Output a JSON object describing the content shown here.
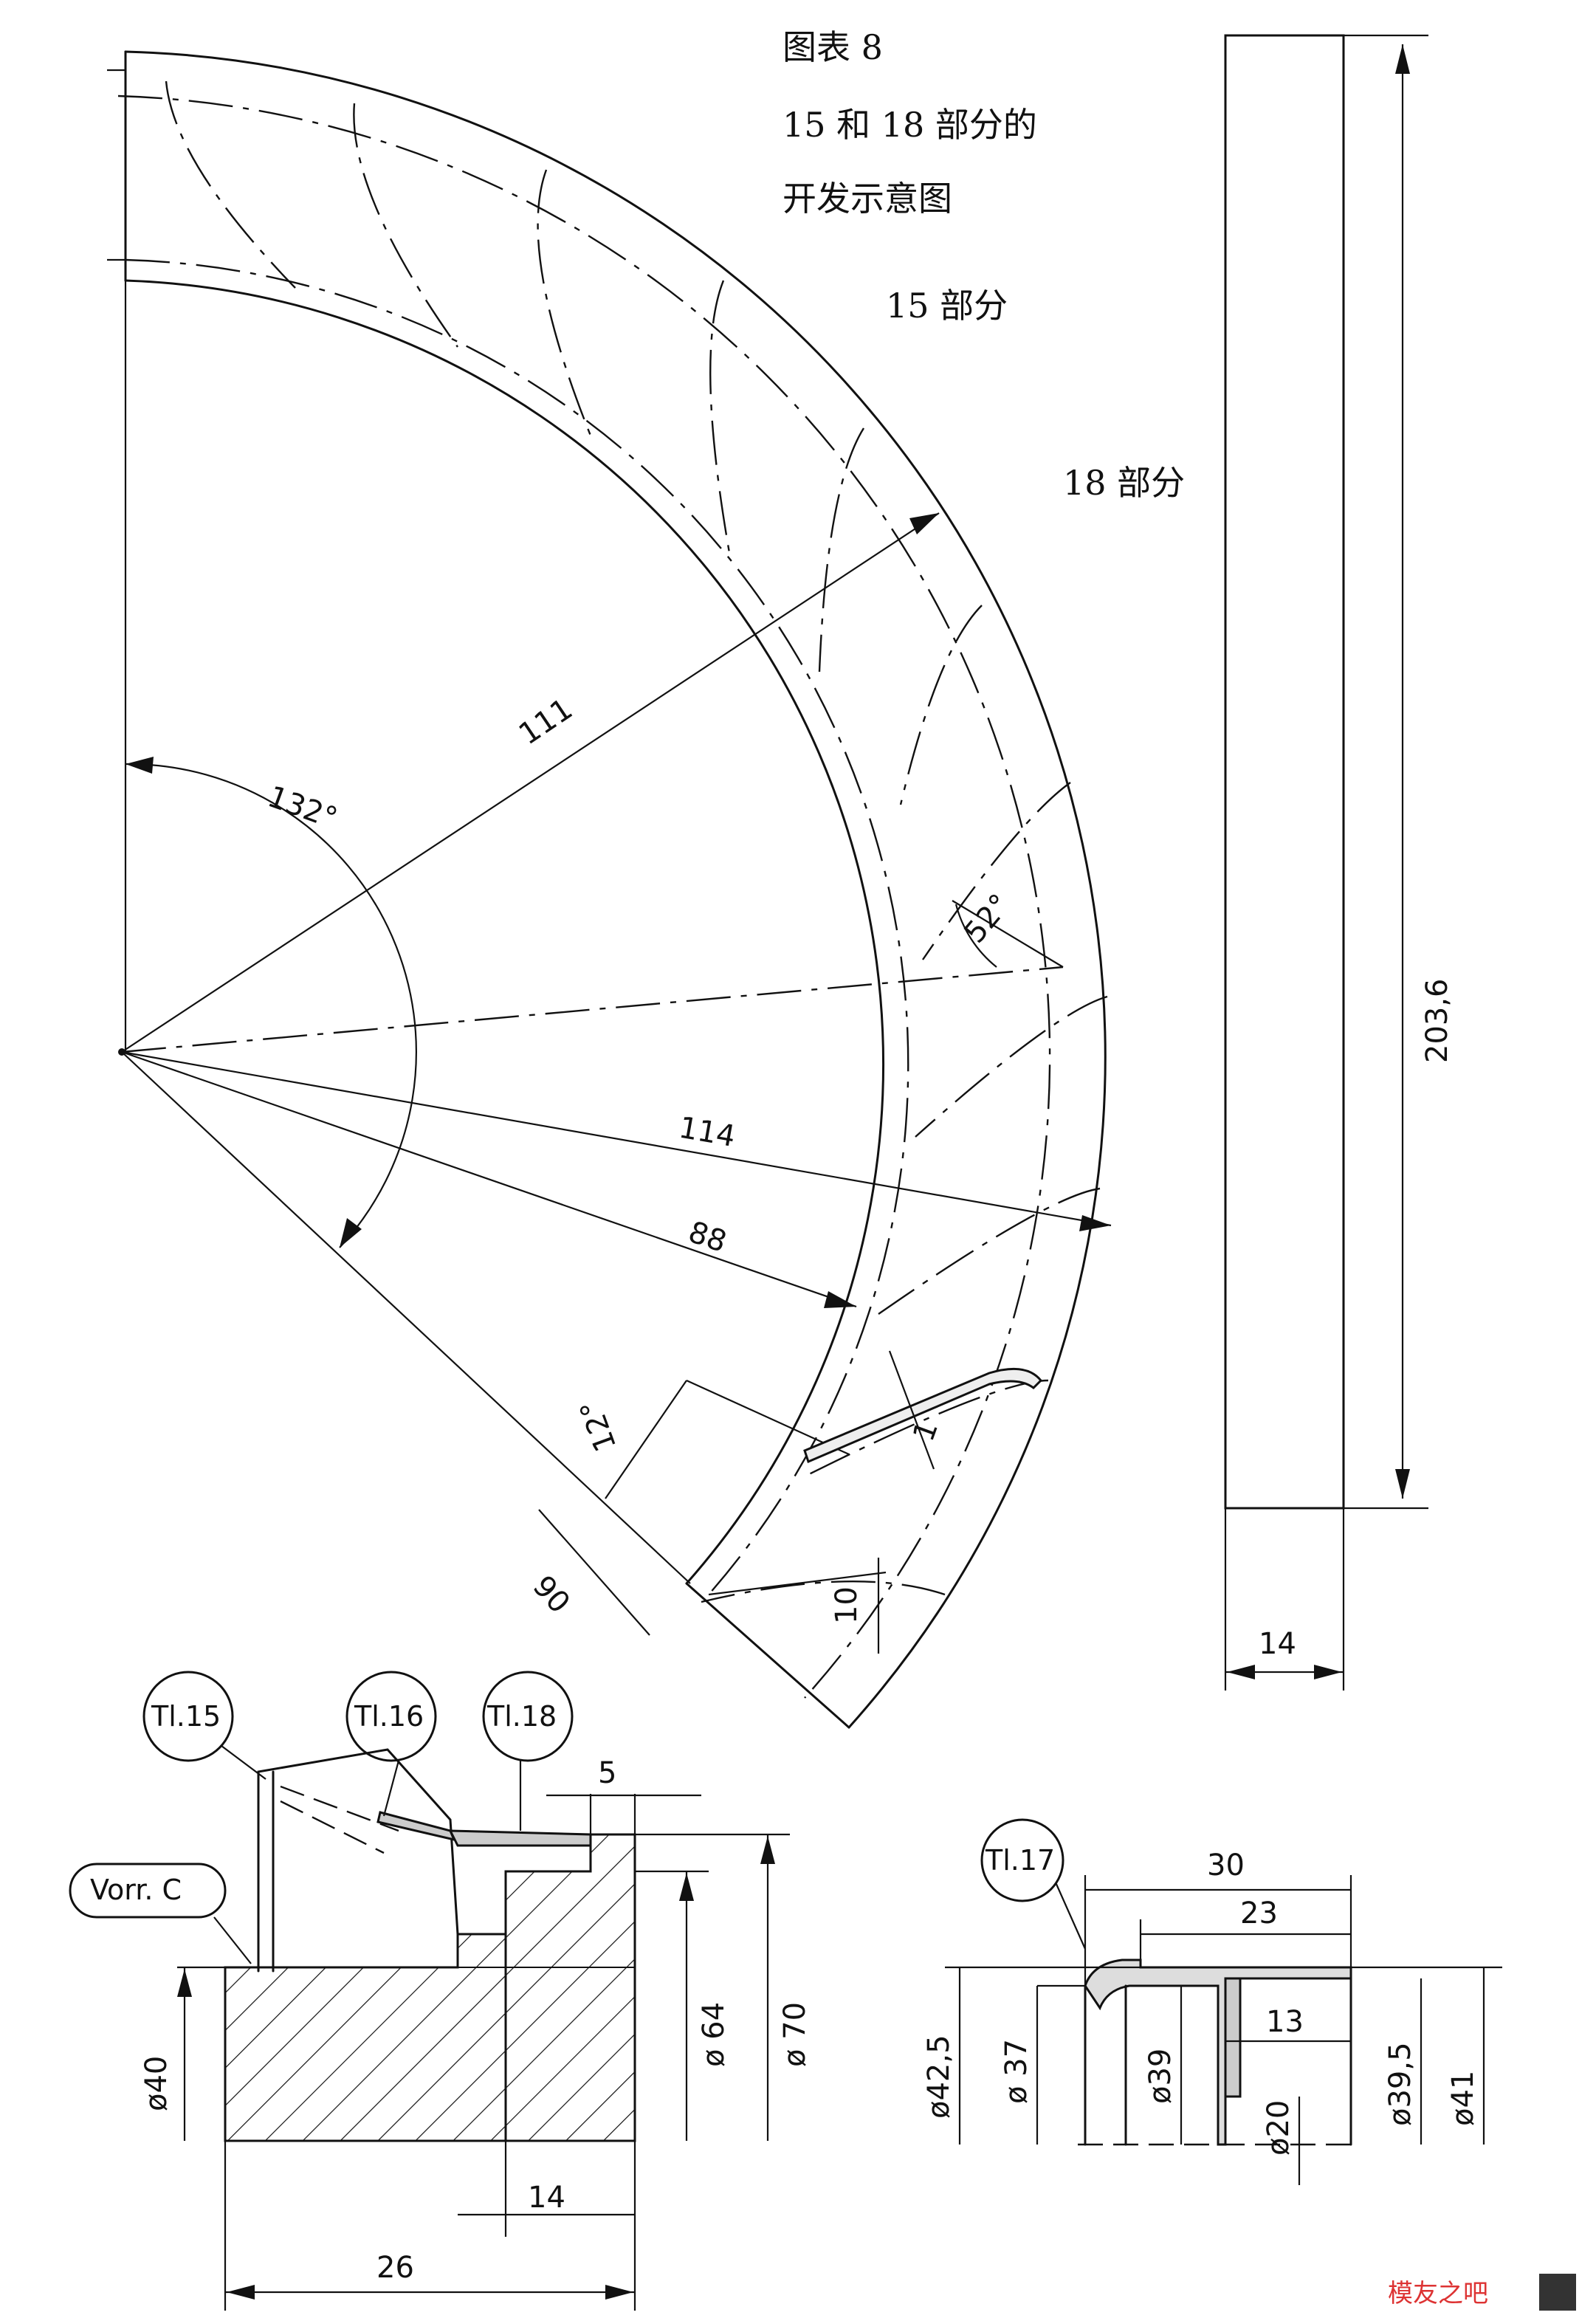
{
  "title": {
    "line1": "图表 8",
    "line2": "15 和 18 部分的",
    "line3": "开发示意图"
  },
  "labels": {
    "part15": "15 部分",
    "part18": "18 部分"
  },
  "dims_fan": {
    "angle_sector": "132°",
    "radius_111": "111",
    "radius_114": "114",
    "radius_88": "88",
    "radius_90": "90",
    "angle_52": "52°",
    "angle_12": "12°",
    "thickness_1": "1",
    "dim_10": "10"
  },
  "dims_strip": {
    "length": "203,6",
    "width": "14"
  },
  "dims_left_section": {
    "tag_15": "Tl.15",
    "tag_16": "Tl.16",
    "tag_18": "Tl.18",
    "tag_vorr": "Vorr. C",
    "d5": "5",
    "d40": "ø40",
    "d64": "ø 64",
    "d70": "ø 70",
    "d14": "14",
    "d26": "26"
  },
  "dims_right_section": {
    "tag_17": "Tl.17",
    "d30": "30",
    "d23": "23",
    "d13": "13",
    "d42_5": "ø42,5",
    "d37": "ø 37",
    "d39": "ø39",
    "d20": "ø20",
    "d39_5": "ø39,5",
    "d41": "ø41"
  },
  "watermark": "模友之吧"
}
